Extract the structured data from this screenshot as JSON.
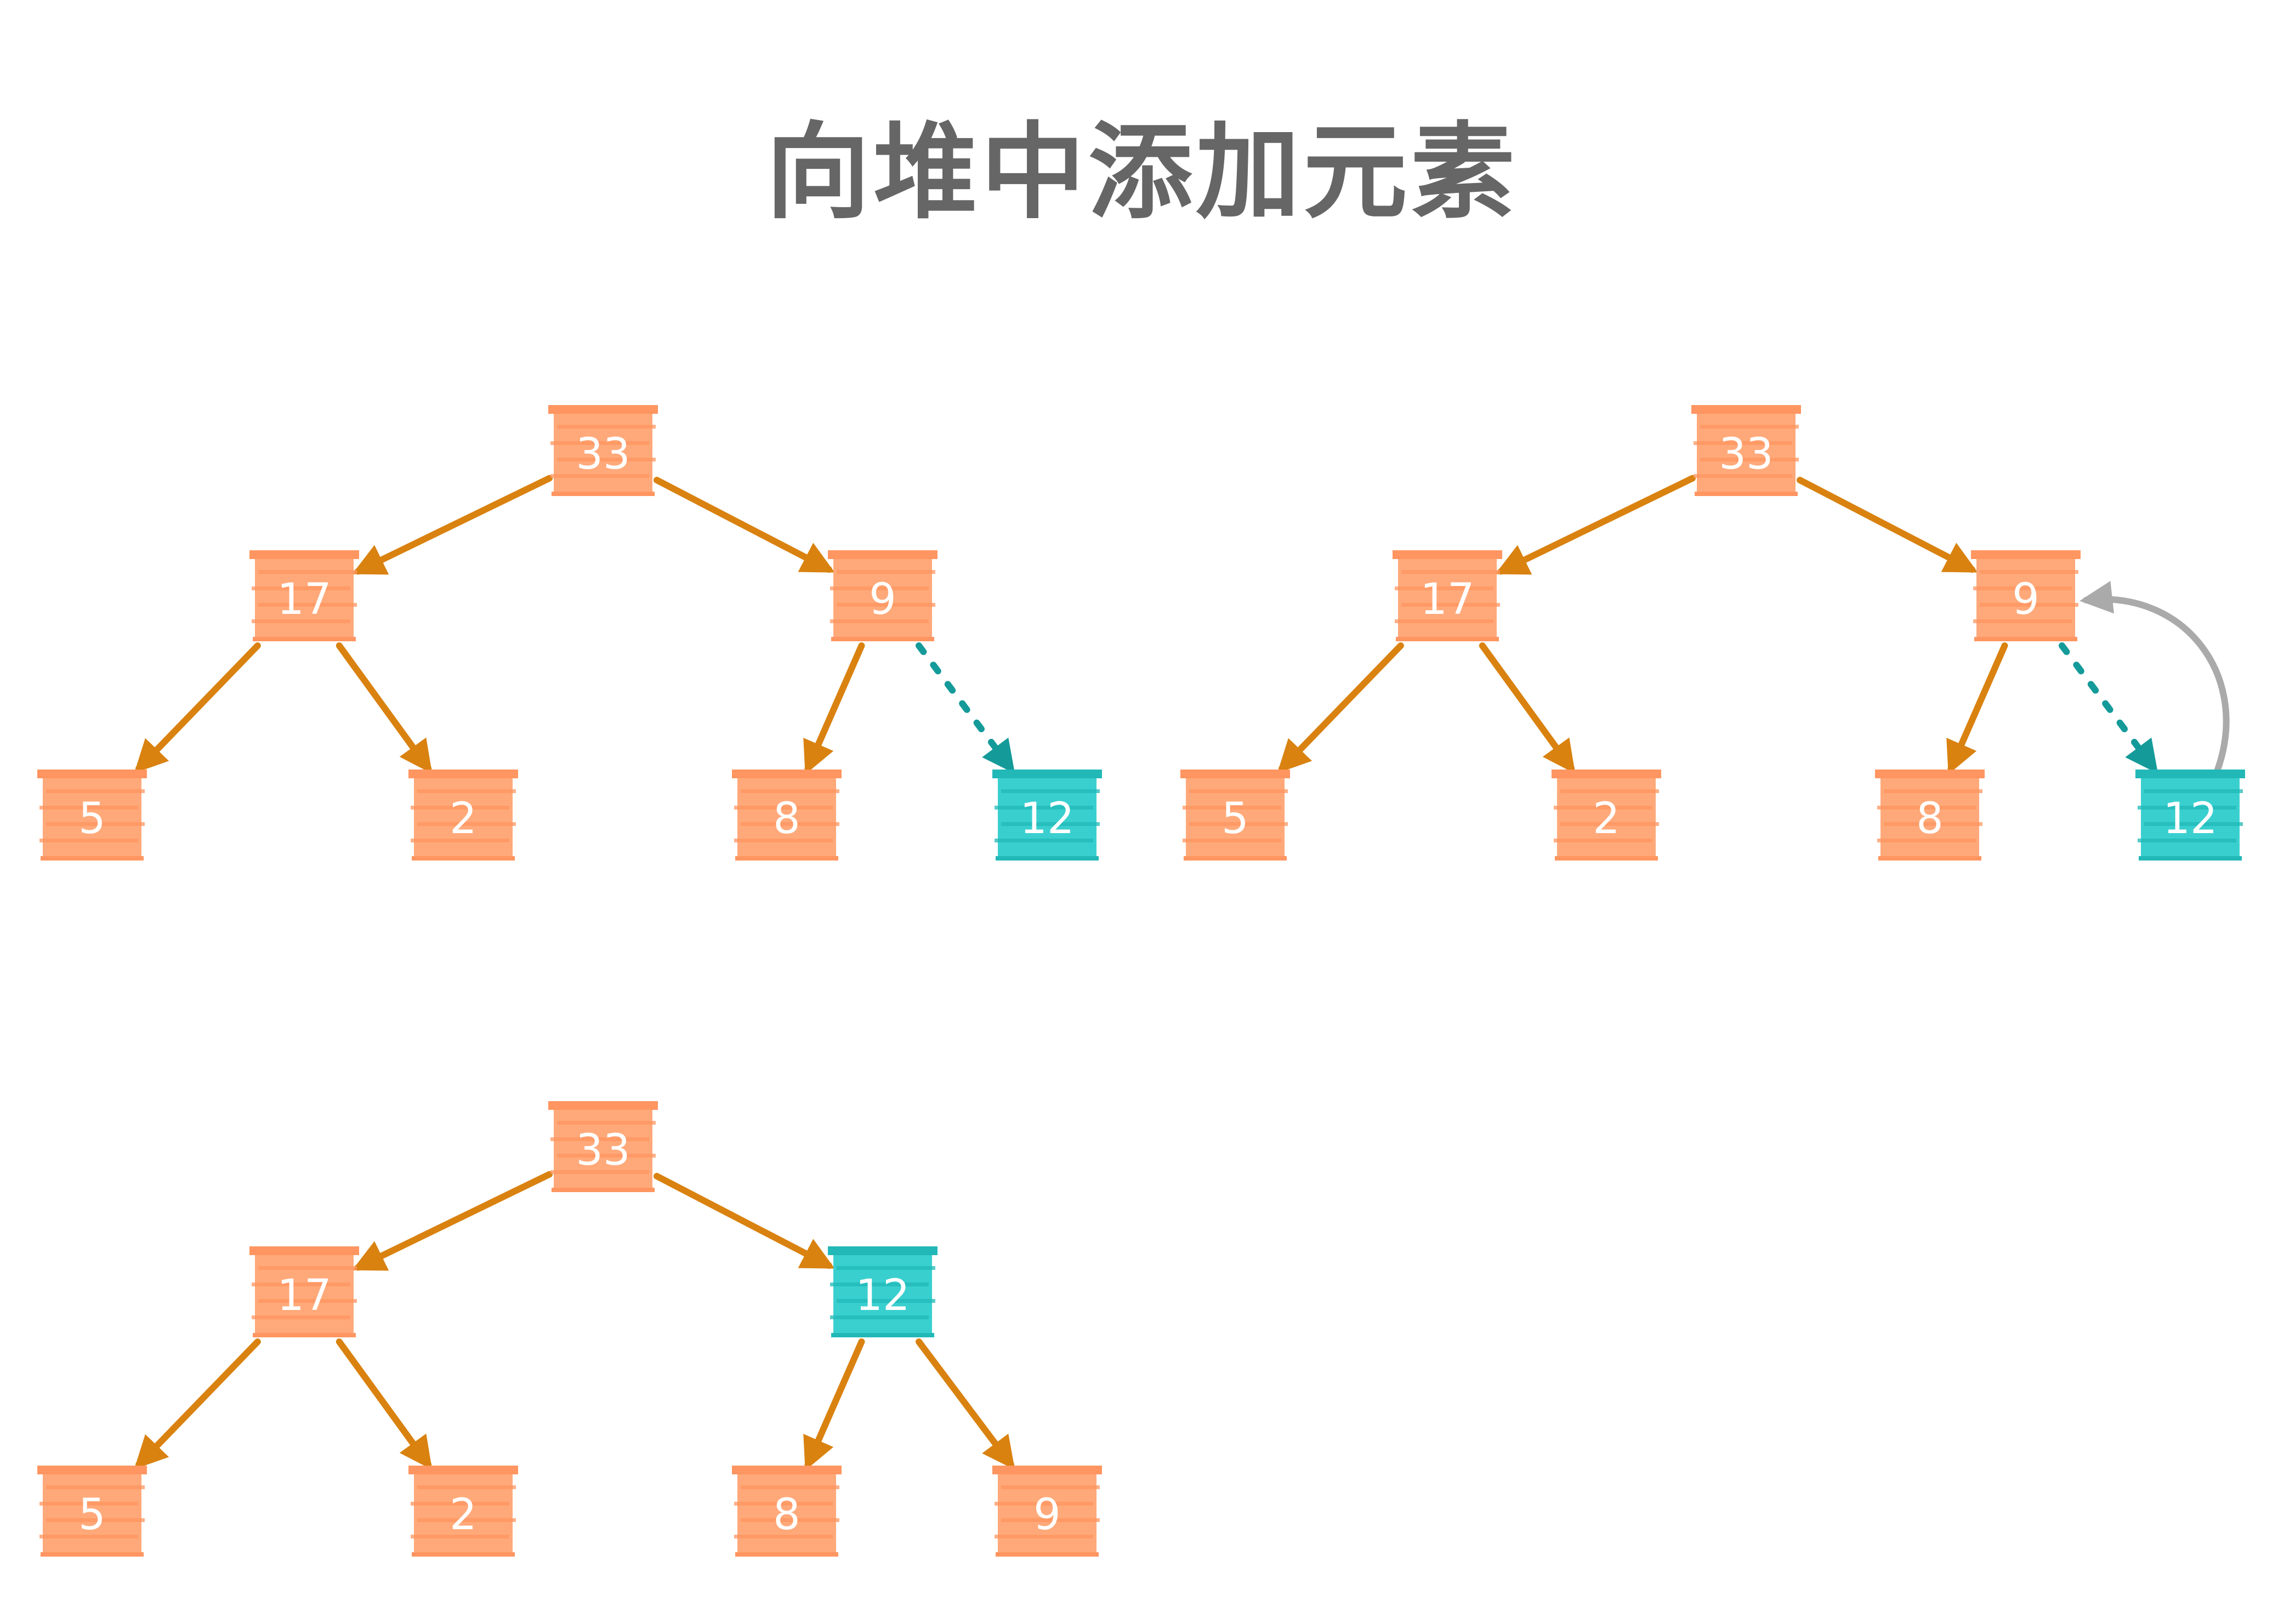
{
  "title": "向堆中添加元素",
  "colors": {
    "node": "#FFA97A",
    "node_stripe": "#FF9560",
    "new_node": "#3ACFCF",
    "new_node_stripe": "#22B8B8",
    "edge": "#D98210",
    "new_edge": "#159A9A",
    "swap_arrow": "#AAAAAA",
    "title": "#666666"
  },
  "panels": [
    {
      "name": "step-1-insert",
      "nodes": [
        {
          "id": "a",
          "value": "33",
          "highlight": false
        },
        {
          "id": "b",
          "value": "17",
          "highlight": false
        },
        {
          "id": "c",
          "value": "9",
          "highlight": false
        },
        {
          "id": "d",
          "value": "5",
          "highlight": false
        },
        {
          "id": "e",
          "value": "2",
          "highlight": false
        },
        {
          "id": "f",
          "value": "8",
          "highlight": false
        },
        {
          "id": "g",
          "value": "12",
          "highlight": true
        }
      ],
      "edges": [
        {
          "from": "a",
          "to": "b",
          "style": "solid"
        },
        {
          "from": "a",
          "to": "c",
          "style": "solid"
        },
        {
          "from": "b",
          "to": "d",
          "style": "solid"
        },
        {
          "from": "b",
          "to": "e",
          "style": "solid"
        },
        {
          "from": "c",
          "to": "f",
          "style": "solid"
        },
        {
          "from": "c",
          "to": "g",
          "style": "dotted"
        }
      ],
      "swap": null
    },
    {
      "name": "step-2-compare",
      "nodes": [
        {
          "id": "a",
          "value": "33",
          "highlight": false
        },
        {
          "id": "b",
          "value": "17",
          "highlight": false
        },
        {
          "id": "c",
          "value": "9",
          "highlight": false
        },
        {
          "id": "d",
          "value": "5",
          "highlight": false
        },
        {
          "id": "e",
          "value": "2",
          "highlight": false
        },
        {
          "id": "f",
          "value": "8",
          "highlight": false
        },
        {
          "id": "g",
          "value": "12",
          "highlight": true
        }
      ],
      "edges": [
        {
          "from": "a",
          "to": "b",
          "style": "solid"
        },
        {
          "from": "a",
          "to": "c",
          "style": "solid"
        },
        {
          "from": "b",
          "to": "d",
          "style": "solid"
        },
        {
          "from": "b",
          "to": "e",
          "style": "solid"
        },
        {
          "from": "c",
          "to": "f",
          "style": "solid"
        },
        {
          "from": "c",
          "to": "g",
          "style": "dotted"
        }
      ],
      "swap": {
        "from": "g",
        "to": "c"
      }
    },
    {
      "name": "step-3-swapped",
      "nodes": [
        {
          "id": "a",
          "value": "33",
          "highlight": false
        },
        {
          "id": "b",
          "value": "17",
          "highlight": false
        },
        {
          "id": "c",
          "value": "12",
          "highlight": true
        },
        {
          "id": "d",
          "value": "5",
          "highlight": false
        },
        {
          "id": "e",
          "value": "2",
          "highlight": false
        },
        {
          "id": "f",
          "value": "8",
          "highlight": false
        },
        {
          "id": "g",
          "value": "9",
          "highlight": false
        }
      ],
      "edges": [
        {
          "from": "a",
          "to": "b",
          "style": "solid"
        },
        {
          "from": "a",
          "to": "c",
          "style": "solid"
        },
        {
          "from": "b",
          "to": "d",
          "style": "solid"
        },
        {
          "from": "b",
          "to": "e",
          "style": "solid"
        },
        {
          "from": "c",
          "to": "f",
          "style": "solid"
        },
        {
          "from": "c",
          "to": "g",
          "style": "solid"
        }
      ],
      "swap": null
    }
  ]
}
